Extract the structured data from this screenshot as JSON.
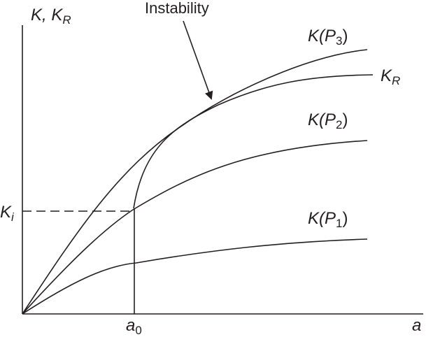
{
  "diagram": {
    "axes": {
      "y_label": "K, K",
      "y_label_sub": "R",
      "x_label": "a"
    },
    "ticks": {
      "a0_main": "a",
      "a0_sub": "0",
      "ki_main": "K",
      "ki_sub": "i"
    },
    "annotation": {
      "text": "Instability"
    },
    "curves": {
      "p3": {
        "pre": "K(P",
        "sub": "3",
        "post": ")"
      },
      "kr": {
        "main": "K",
        "sub": "R"
      },
      "p2": {
        "pre": "K(P",
        "sub": "2",
        "post": ")"
      },
      "p1": {
        "pre": "K(P",
        "sub": "1",
        "post": ")"
      }
    },
    "colors": {
      "ink": "#231f20",
      "background": "#ffffff"
    }
  }
}
